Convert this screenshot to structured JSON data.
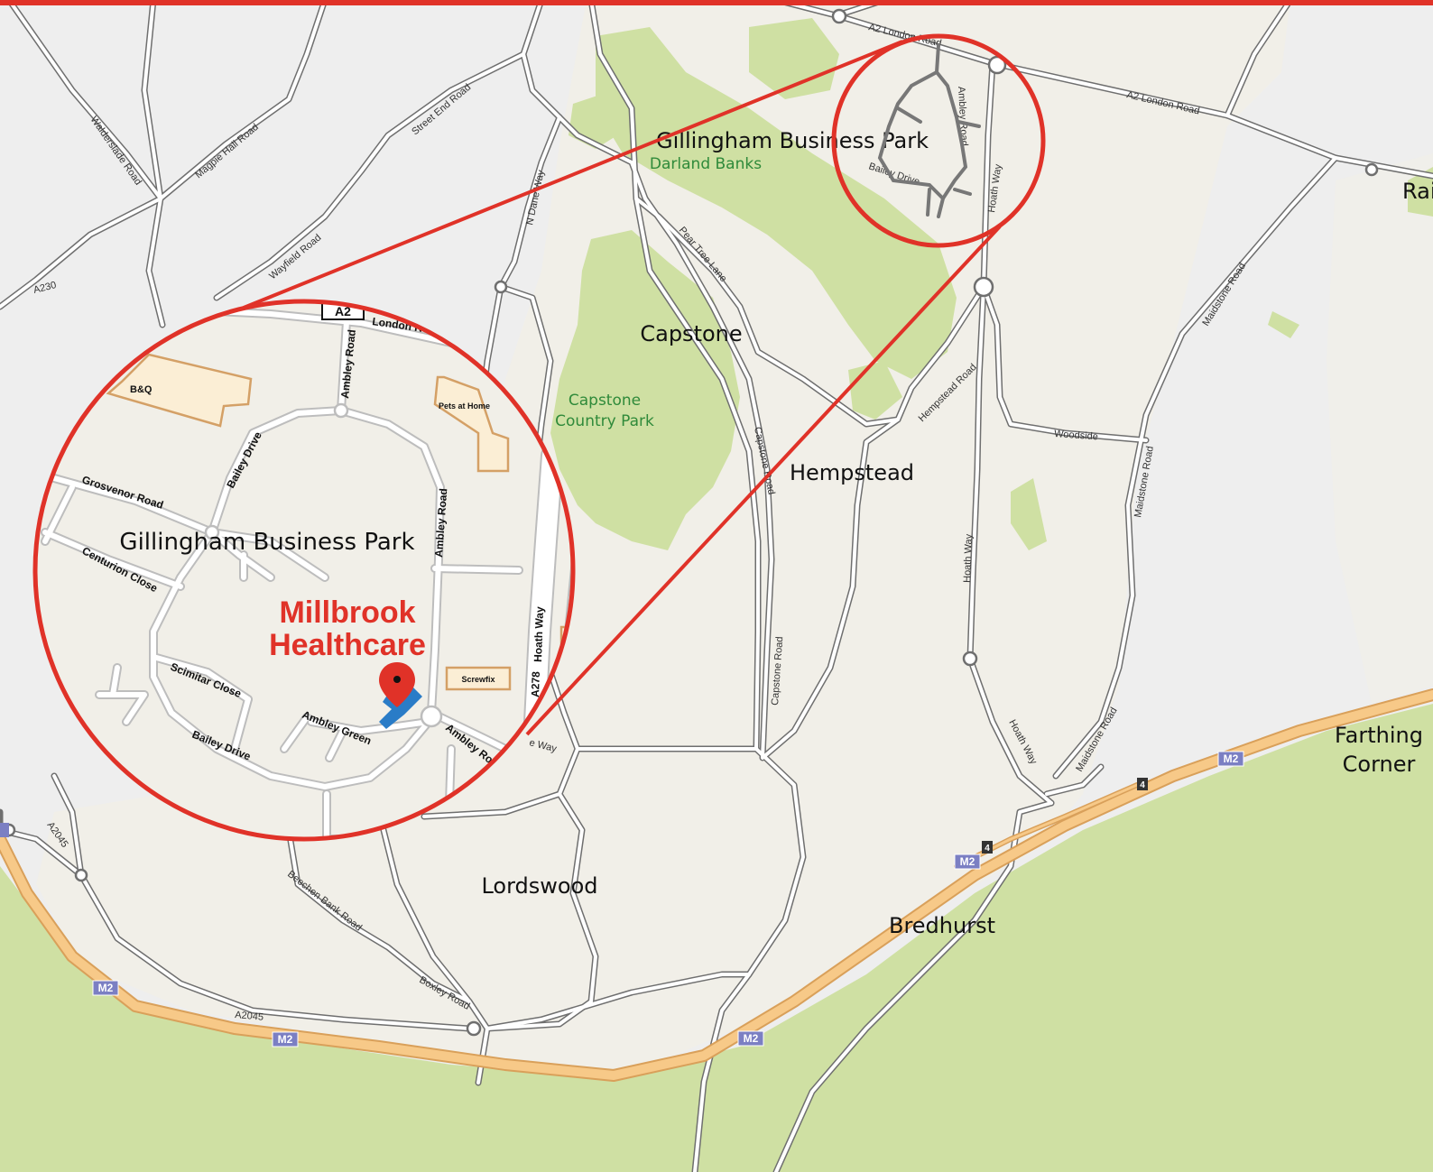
{
  "colors": {
    "background": "#eeeeee",
    "land": "#f1efe8",
    "green": "#cfe0a3",
    "road_casing": "#6f6f6f",
    "road_fill": "#ffffff",
    "motorway_casing": "#d9a05a",
    "motorway_fill": "#f7c988",
    "accent_red": "#e03228",
    "park_text": "#2f8a3a",
    "building_fill": "#fbeed5",
    "building_stroke": "#d4a066",
    "site_blue": "#2a7cc7",
    "shield_purple": "#7b7fc3"
  },
  "places": {
    "gillingham_business_park": "Gillingham Business Park",
    "darland_banks": "Darland Banks",
    "capstone": "Capstone",
    "capstone_country_park_1": "Capstone",
    "capstone_country_park_2": "Country Park",
    "hempstead": "Hempstead",
    "lordswood": "Lordswood",
    "bredhurst": "Bredhurst",
    "farthing_corner_1": "Farthing",
    "farthing_corner_2": "Corner",
    "rai": "Rai"
  },
  "roads": {
    "a2_london_road_1": "A2 London Road",
    "a2_london_road_2": "A2 London Road",
    "ambley_road": "Ambley Road",
    "bailey_drive": "Bailey Drive",
    "hoath_way": "Hoath Way",
    "walderslade_road": "Walderslade Road",
    "magpie_hall_road": "Magpie Hall Road",
    "street_end_road": "Street End Road",
    "n_dane_way": "N Dane Way",
    "wayfield_road": "Wayfield Road",
    "a230": "A230",
    "pear_tree_lane": "Pear Tree Lane",
    "maidstone_road_1": "Maidstone Road",
    "maidstone_road_2": "Maidstone Road",
    "maidstone_road_3": "Maidstone Road",
    "hempstead_road": "Hempstead Road",
    "woodside": "Woodside",
    "capstone_road_1": "Capstone Road",
    "capstone_road_2": "Capstone Road",
    "hoath_way_2": "Hoath Way",
    "hoath_way_3": "Hoath Way",
    "beechen_bank_road": "Beechen Bank Road",
    "boxley_road": "Boxley Road",
    "a2045_1": "A2045",
    "a2045_2": "A2045",
    "dane_way_fragment": "e Way"
  },
  "shields": {
    "m2": "M2",
    "junction_4": "4",
    "a2": "A2",
    "a278": "A278"
  },
  "inset": {
    "gillingham_business_park": "Gillingham Business Park",
    "millbrook_line1": "Millbrook",
    "millbrook_line2": "Healthcare",
    "bq": "B&Q",
    "pets_at_home": "Pets at Home",
    "screwfix": "Screwfix",
    "ambley_road_1": "Ambley Road",
    "ambley_road_2": "Ambley Road",
    "ambley_road_3": "Ambley Roa",
    "bailey_drive_1": "Bailey Drive",
    "bailey_drive_2": "Bailey Drive",
    "grosvenor_road": "Grosvenor Road",
    "centurion_close": "Centurion Close",
    "scimitar_close": "Scimitar Close",
    "ambley_green": "Ambley Green",
    "hoath_way": "Hoath Way",
    "london_road": "London Roa"
  }
}
